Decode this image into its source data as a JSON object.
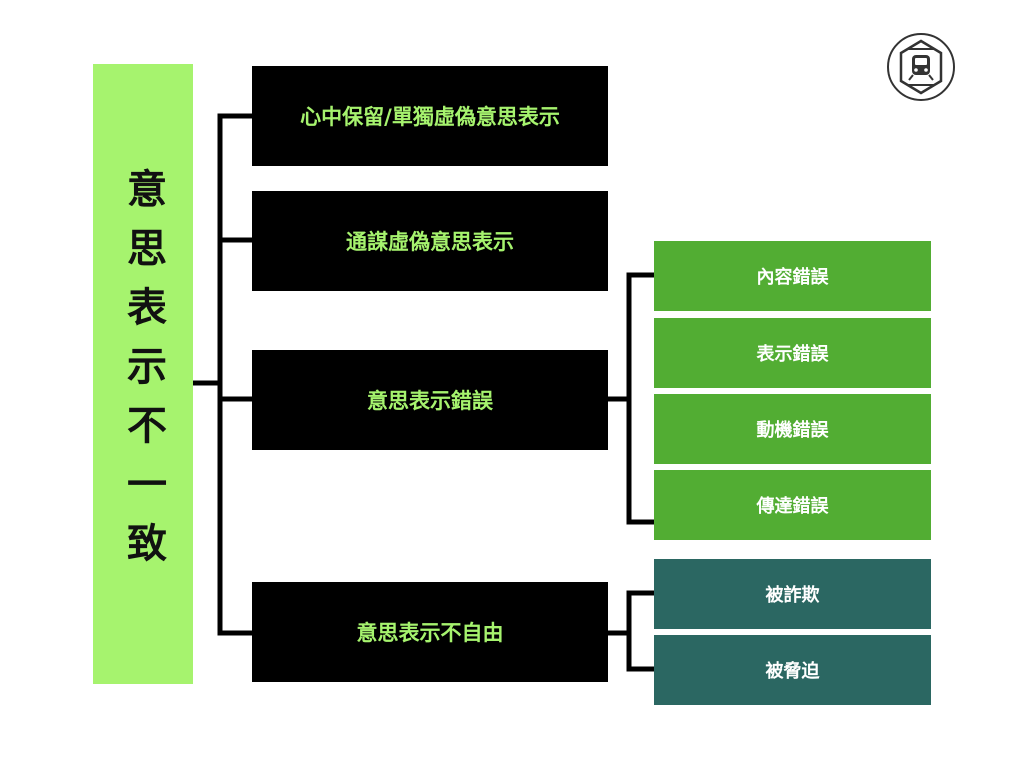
{
  "root": {
    "label": "意思表示不一致"
  },
  "level1": [
    {
      "label": "心中保留/單獨虛偽意思表示"
    },
    {
      "label": "通謀虛偽意思表示"
    },
    {
      "label": "意思表示錯誤"
    },
    {
      "label": "意思表示不自由"
    }
  ],
  "errors": [
    {
      "label": "內容錯誤"
    },
    {
      "label": "表示錯誤"
    },
    {
      "label": "動機錯誤"
    },
    {
      "label": "傳達錯誤"
    }
  ],
  "duress": [
    {
      "label": "被詐欺"
    },
    {
      "label": "被脅迫"
    }
  ],
  "colors": {
    "root_bg": "#a6f36e",
    "level1_bg": "#000000",
    "level1_text": "#a6f36e",
    "error_bg": "#52ad33",
    "duress_bg": "#2b6762"
  },
  "logo": {
    "icon": "train-icon"
  }
}
